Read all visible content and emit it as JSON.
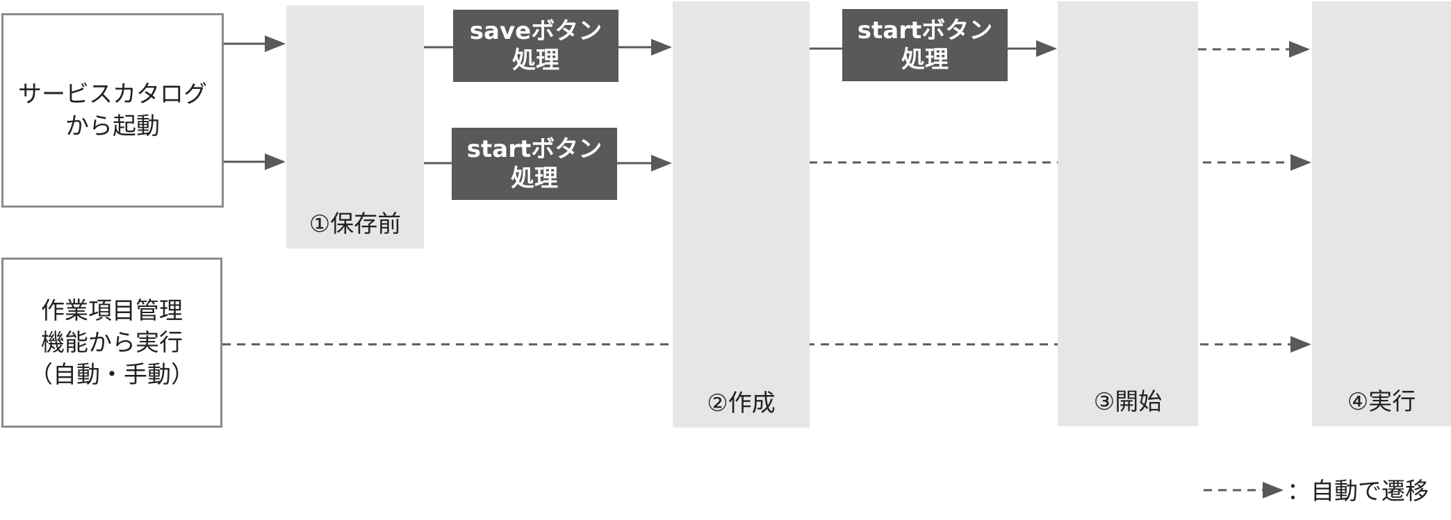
{
  "sources": [
    {
      "lines": [
        "サービスカタログ",
        "から起動"
      ]
    },
    {
      "lines": [
        "作業項目管理",
        "機能から実行",
        "（自動・手動）"
      ]
    }
  ],
  "states": [
    {
      "label": "①保存前"
    },
    {
      "label": "②作成"
    },
    {
      "label": "③開始"
    },
    {
      "label": "④実行"
    }
  ],
  "actions": [
    {
      "lines": [
        "saveボタン",
        "処理"
      ]
    },
    {
      "lines": [
        "startボタン",
        "処理"
      ]
    },
    {
      "lines": [
        "startボタン",
        "処理"
      ]
    }
  ],
  "legend": {
    "text": "：自動で遷移"
  },
  "colors": {
    "column_fill": "#e6e6e6",
    "action_fill": "#595959",
    "line": "#595959",
    "source_border": "#8a8a8a"
  }
}
